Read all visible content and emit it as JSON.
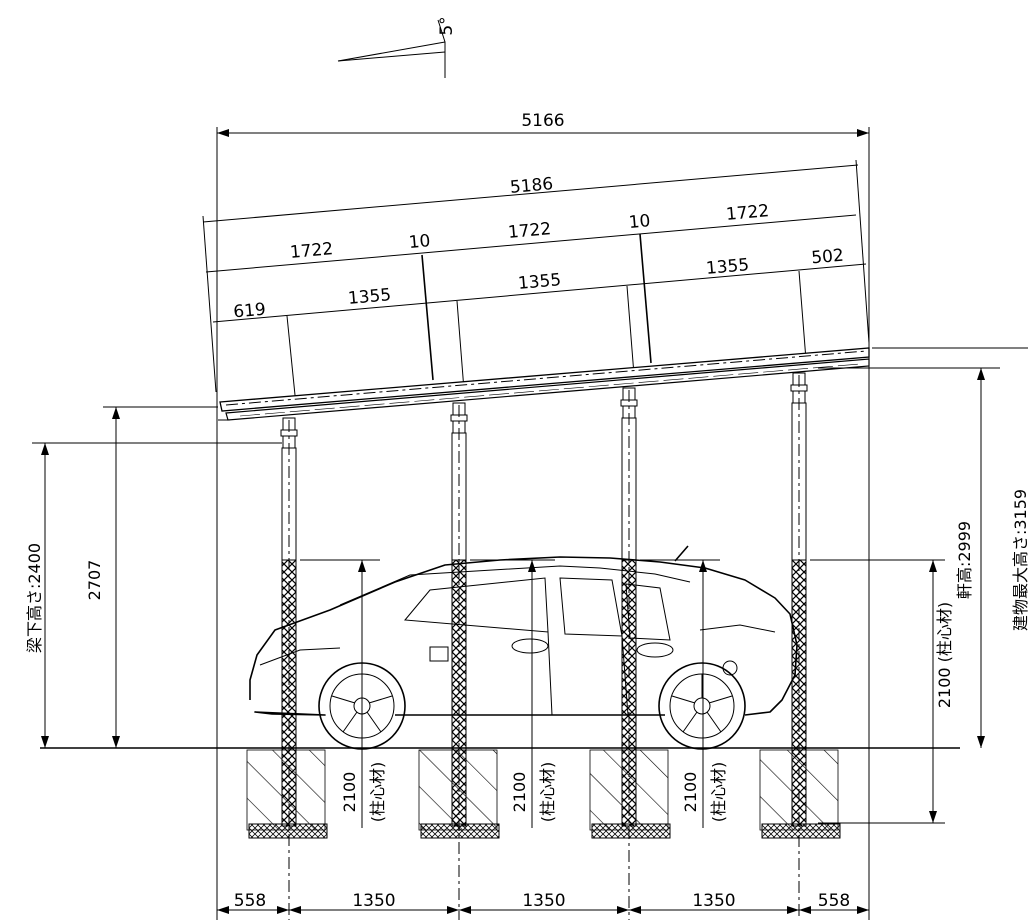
{
  "drawing": {
    "roof_angle": "5°",
    "overall_width": "5166",
    "roof_length": "5186",
    "panel_spans": [
      "1722",
      "10",
      "1722",
      "10",
      "1722"
    ],
    "rafter_spans": [
      "619",
      "1355",
      "1355",
      "1355",
      "502"
    ],
    "base_spans": [
      "558",
      "1350",
      "1350",
      "1350",
      "558"
    ],
    "clearance_under_beam": "梁下高さ:2400",
    "roof_front_height": "2707",
    "eave_height": "軒高:2999",
    "max_building_height": "建物最大高さ:3159",
    "embed_vertical": "2100 (柱心材)",
    "embed_depth_number": "2100",
    "embed_depth_note": "(柱心材)"
  }
}
